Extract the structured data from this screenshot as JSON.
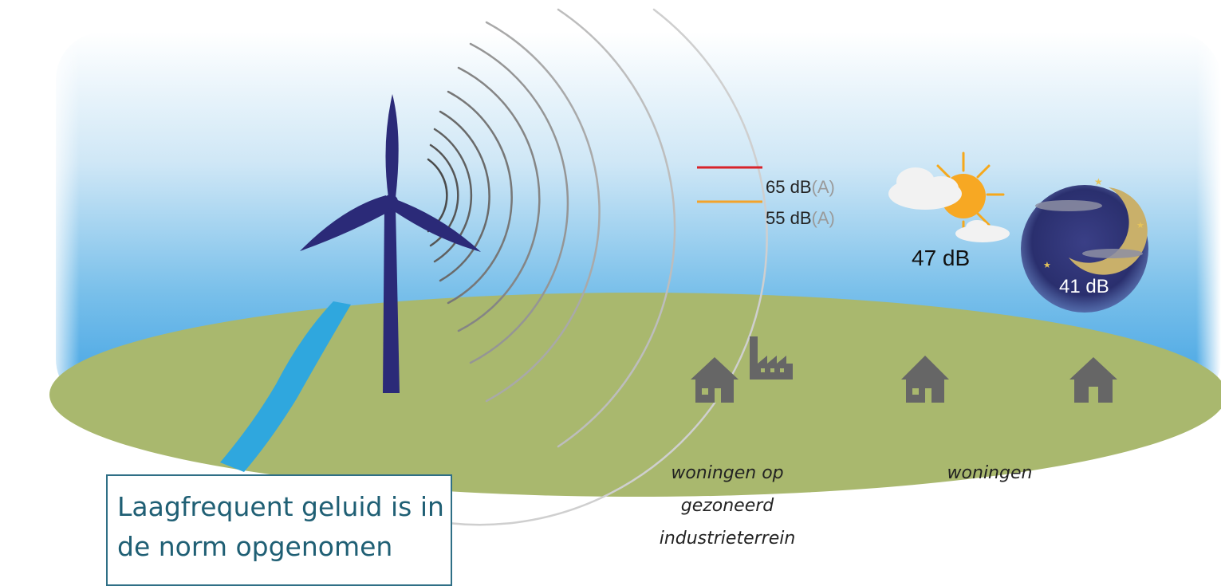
{
  "levels": {
    "red_label": "65 dB",
    "red_unit": "(A)",
    "orange_label": "55 dB",
    "orange_unit": "(A)",
    "red_color": "#d8232a",
    "orange_color": "#f3a32a"
  },
  "day": {
    "value": "47 dB",
    "icon": "sun-cloud-icon"
  },
  "night": {
    "value": "41 dB",
    "icon": "moon-icon"
  },
  "captions": {
    "industrial_line1": "woningen op",
    "industrial_line2": "gezoneerd",
    "industrial_line3": "industrieterrein",
    "residential": "woningen"
  },
  "callout": {
    "line1": "Laagfrequent geluid is in",
    "line2": "de norm opgenomen"
  },
  "colors": {
    "sky_top": "#ffffff",
    "sky_bottom": "#3ea1e3",
    "ground": "#a9b86e",
    "turbine": "#2b2a78",
    "river": "#2fa7de",
    "house": "#666666",
    "night_bg": "#2a2f6e"
  }
}
